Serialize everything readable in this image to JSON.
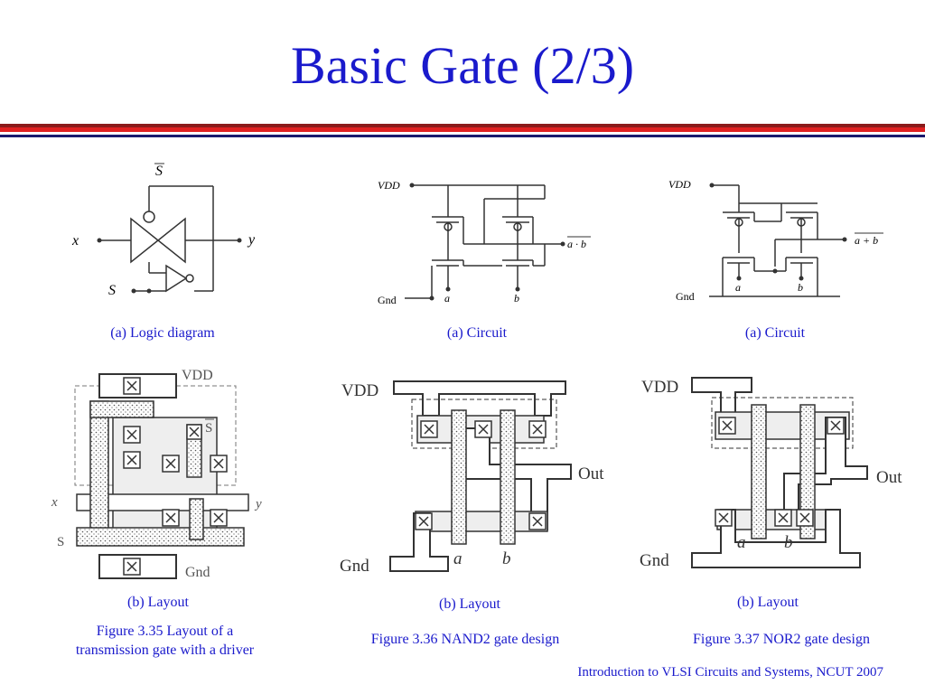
{
  "title": "Basic Gate (2/3)",
  "colors": {
    "title": "#1a1acc",
    "caption": "#1a1acc",
    "bar_top": "#8b1a1a",
    "bar_mid": "#e02020",
    "bar_bottom": "#1a1a6e"
  },
  "figures": [
    {
      "circuit_caption": "(a) Logic diagram",
      "layout_caption": "(b) Layout",
      "figure_caption_1": "Figure 3.35 Layout of a",
      "figure_caption_2": "transmission gate with a driver",
      "labels": {
        "sbar": "S",
        "x": "x",
        "y": "y",
        "s": "S",
        "vdd": "VDD",
        "gnd": "Gnd",
        "lx": "x",
        "ly": "y",
        "ls": "S",
        "lsbar": "S"
      }
    },
    {
      "circuit_caption": "(a) Circuit",
      "layout_caption": "(b) Layout",
      "figure_caption": "Figure 3.36 NAND2 gate design",
      "labels": {
        "vdd": "VDD",
        "gnd": "Gnd",
        "a": "a",
        "b": "b",
        "out": "a · b",
        "lvdd": "VDD",
        "lgnd": "Gnd",
        "lout": "Out",
        "la": "a",
        "lb": "b"
      }
    },
    {
      "circuit_caption": "(a) Circuit",
      "layout_caption": "(b) Layout",
      "figure_caption": "Figure 3.37 NOR2 gate design",
      "labels": {
        "vdd": "VDD",
        "gnd": "Gnd",
        "a": "a",
        "b": "b",
        "out": "a + b",
        "lvdd": "VDD",
        "lgnd": "Gnd",
        "lout": "Out",
        "la": "a",
        "lb": "b"
      }
    }
  ],
  "footer": "Introduction to VLSI Circuits and Systems, NCUT  2007"
}
